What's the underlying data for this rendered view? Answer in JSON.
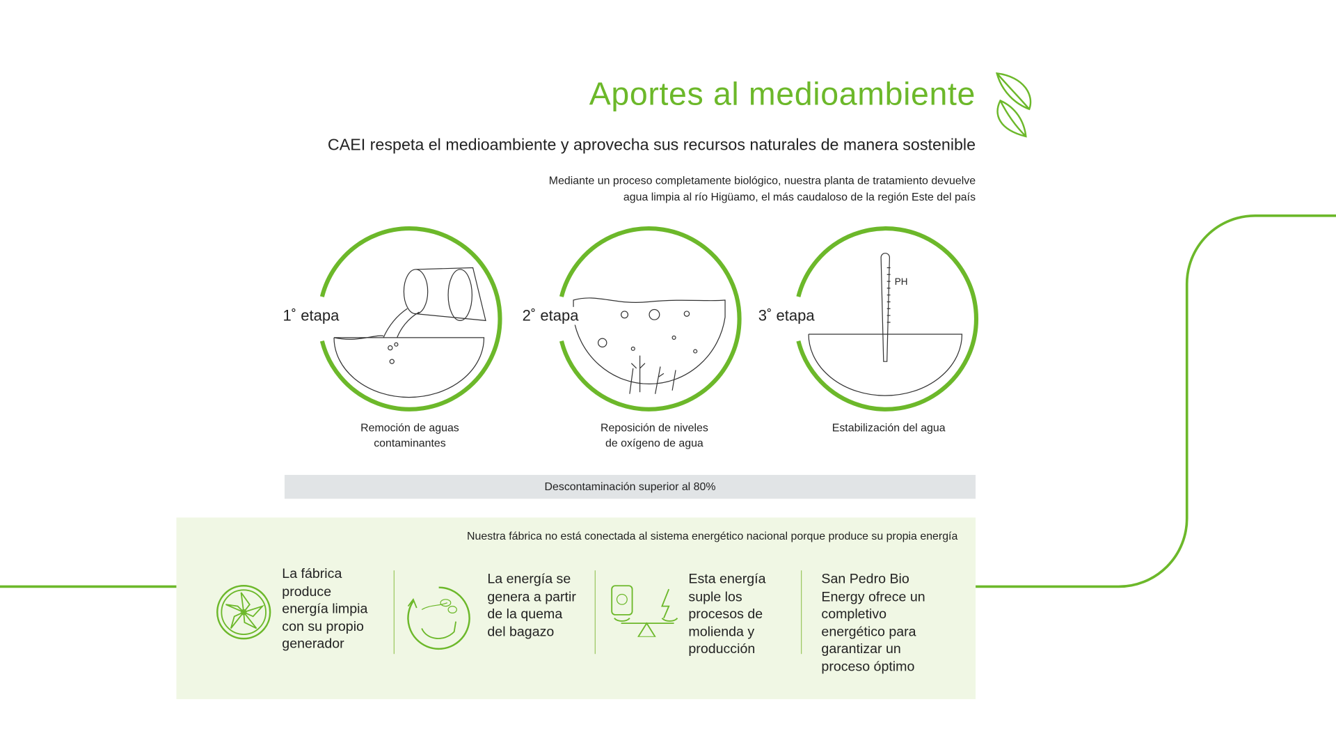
{
  "header": {
    "title": "Aportes al medioambiente",
    "subtitle": "CAEI respeta el medioambiente y aprovecha sus recursos naturales de manera sostenible",
    "intro_line1": "Mediante un proceso completamente biológico, nuestra planta de tratamiento devuelve",
    "intro_line2": "agua limpia al río Higüamo, el más caudaloso de la región Este del país"
  },
  "stages": [
    {
      "label": "1˚ etapa",
      "caption_line1": "Remoción de aguas",
      "caption_line2": "contaminantes"
    },
    {
      "label": "2˚ etapa",
      "caption_line1": "Reposición de niveles",
      "caption_line2": "de oxígeno de agua",
      "ph": ""
    },
    {
      "label": "3˚ etapa",
      "caption_line1": "Estabilización del agua",
      "ph_label": "PH"
    }
  ],
  "summary_bar": "Descontaminación superior al 80%",
  "energy": {
    "heading": "Nuestra fábrica no está conectada al sistema energético nacional porque produce su propia energía",
    "features": [
      {
        "icon": "turbine-icon",
        "lines": [
          "La fábrica",
          "produce",
          "energía limpia",
          "con su propio",
          "generador"
        ]
      },
      {
        "icon": "bagasse-cycle-icon",
        "lines": [
          "La energía se",
          "genera a partir",
          "de la quema",
          "del bagazo"
        ]
      },
      {
        "icon": "balance-energy-icon",
        "lines": [
          "Esta energía",
          "suple los",
          "procesos de",
          "molienda y",
          "producción"
        ]
      },
      {
        "icon": "",
        "lines": [
          "San Pedro Bio",
          "Energy ofrece un",
          "completivo",
          "energético para",
          "garantizar un",
          "proceso óptimo"
        ]
      }
    ]
  },
  "colors": {
    "accent": "#6cb82a",
    "bar": "#e1e4e6",
    "panel": "#f0f7e4"
  }
}
